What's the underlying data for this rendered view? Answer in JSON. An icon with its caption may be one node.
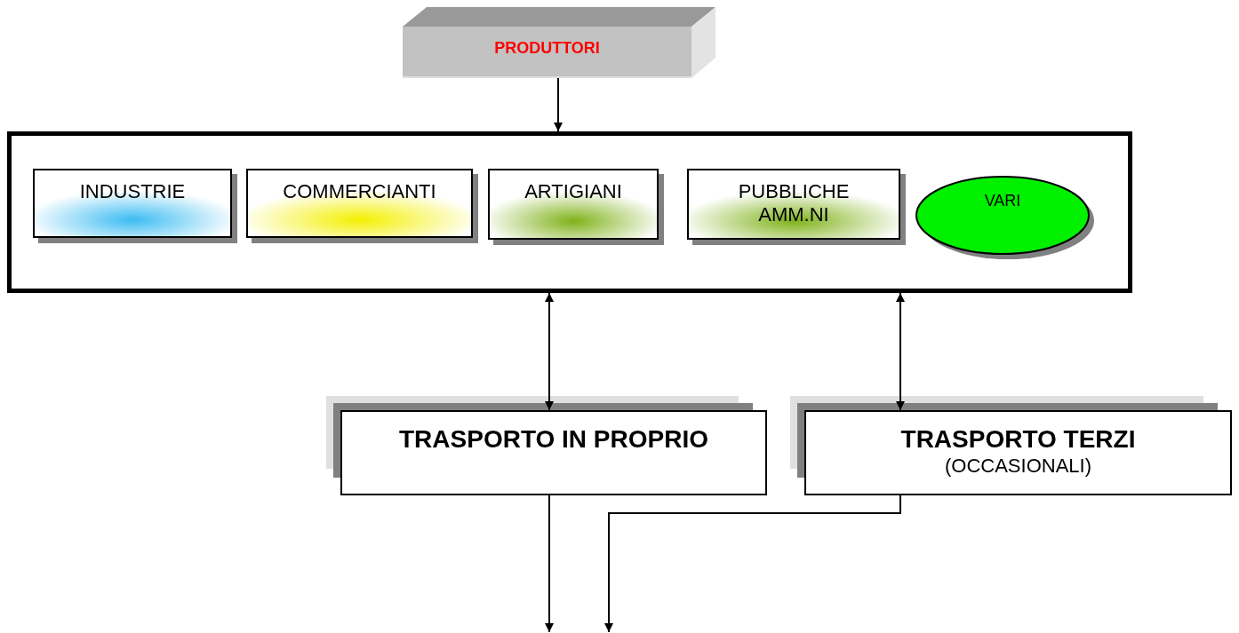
{
  "diagram": {
    "nodes": [
      {
        "text": [
          "PRODUTTORI"
        ]
      },
      {
        "text": [],
        "shape": "box"
      },
      {
        "text": [
          "INDUSTRIE"
        ],
        "in": 1
      },
      {
        "text": [
          "COMMERCIANTI"
        ],
        "in": 1
      },
      {
        "text": [
          "ARTIGIANI"
        ],
        "in": 1
      },
      {
        "text": [
          "PUBBLICHE AMM.NI"
        ],
        "in": 1
      },
      {
        "text": [
          "VARI"
        ],
        "in": 1
      },
      {
        "text": [
          "TRASPORTO IN PROPRIO"
        ]
      },
      {
        "text": [
          "TRASPORTO TERZI",
          "(OCCASIONALI)"
        ]
      }
    ],
    "edges": [
      {
        "from": 0,
        "to": 1,
        "arrow": "to"
      },
      {
        "from": 1,
        "to": 7,
        "arrow": "both"
      },
      {
        "from": 1,
        "to": 8,
        "arrow": "both"
      },
      {
        "from": 7,
        "to": null,
        "arrow": "to"
      },
      {
        "from": 8,
        "to": null,
        "arrow": "to"
      }
    ]
  }
}
